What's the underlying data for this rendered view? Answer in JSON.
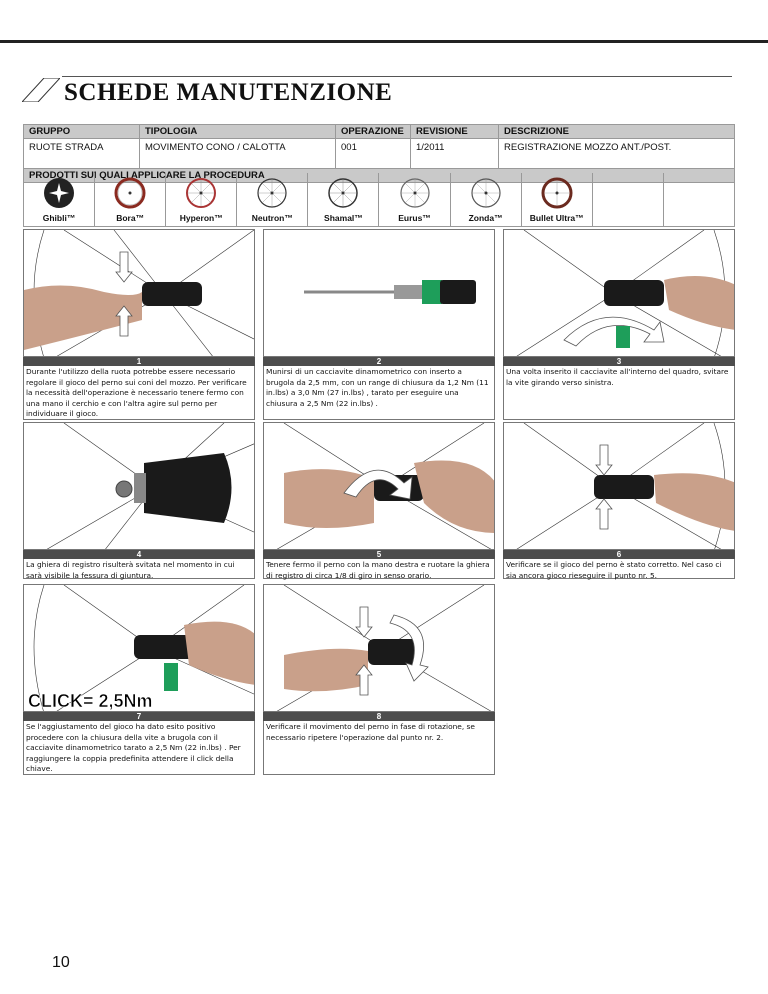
{
  "header": {
    "title": "SCHEDE MANUTENZIONE"
  },
  "info": {
    "headers": [
      "GRUPPO",
      "TIPOLOGIA",
      "OPERAZIONE",
      "REVISIONE",
      "DESCRIZIONE"
    ],
    "values": [
      "RUOTE STRADA",
      "MOVIMENTO CONO / CALOTTA",
      "001",
      "1/2011",
      "REGISTRAZIONE MOZZO ANT./POST."
    ],
    "products_label": "PRODOTTI SUI QUALI APPLICARE LA PROCEDURA"
  },
  "products": [
    "Ghibli™",
    "Bora™",
    "Hyperon™",
    "Neutron™",
    "Shamal™",
    "Eurus™",
    "Zonda™",
    "Bullet Ultra™",
    "",
    ""
  ],
  "steps": [
    {
      "num": "1",
      "text": "Durante l'utilizzo della ruota potrebbe essere necessario regolare il gioco del perno sui coni del mozzo. Per verificare la necessità dell'operazione è necessario tenere fermo con una mano il cerchio e con l'altra agire sul perno per individuare il gioco."
    },
    {
      "num": "2",
      "text": "Munirsi di un cacciavite dinamometrico con inserto a brugola da 2,5 mm, con un range di chiusura da 1,2 Nm (11 in.lbs) a 3,0 Nm (27 in.lbs) , tarato per eseguire una chiusura a 2,5 Nm (22 in.lbs) ."
    },
    {
      "num": "3",
      "text": "Una volta inserito il cacciavite all'interno del quadro, svitare la vite girando verso sinistra."
    },
    {
      "num": "4",
      "text": "La ghiera di registro risulterà svitata nel momento in cui sarà visibile la fessura di giuntura."
    },
    {
      "num": "5",
      "text": "Tenere fermo il perno con la mano destra e ruotare la ghiera di registro di circa 1/8 di giro in senso orario."
    },
    {
      "num": "6",
      "text": "Verificare se il gioco del perno è stato corretto. Nel caso ci sia ancora gioco rieseguire il punto nr. 5."
    },
    {
      "num": "7",
      "text": "Se l'aggiustamento del gioco ha dato esito positivo procedere con la chiusura della vite a brugola con il cacciavite dinamometrico tarato a 2,5 Nm (22 in.lbs) . Per raggiungere la coppia predefinita attendere il click della chiave."
    },
    {
      "num": "8",
      "text": "Verificare il movimento del perno in fase di rotazione, se necessario ripetere l'operazione dal punto nr. 2."
    }
  ],
  "click_label": "CLICK= 2,5Nm",
  "page_number": "10"
}
